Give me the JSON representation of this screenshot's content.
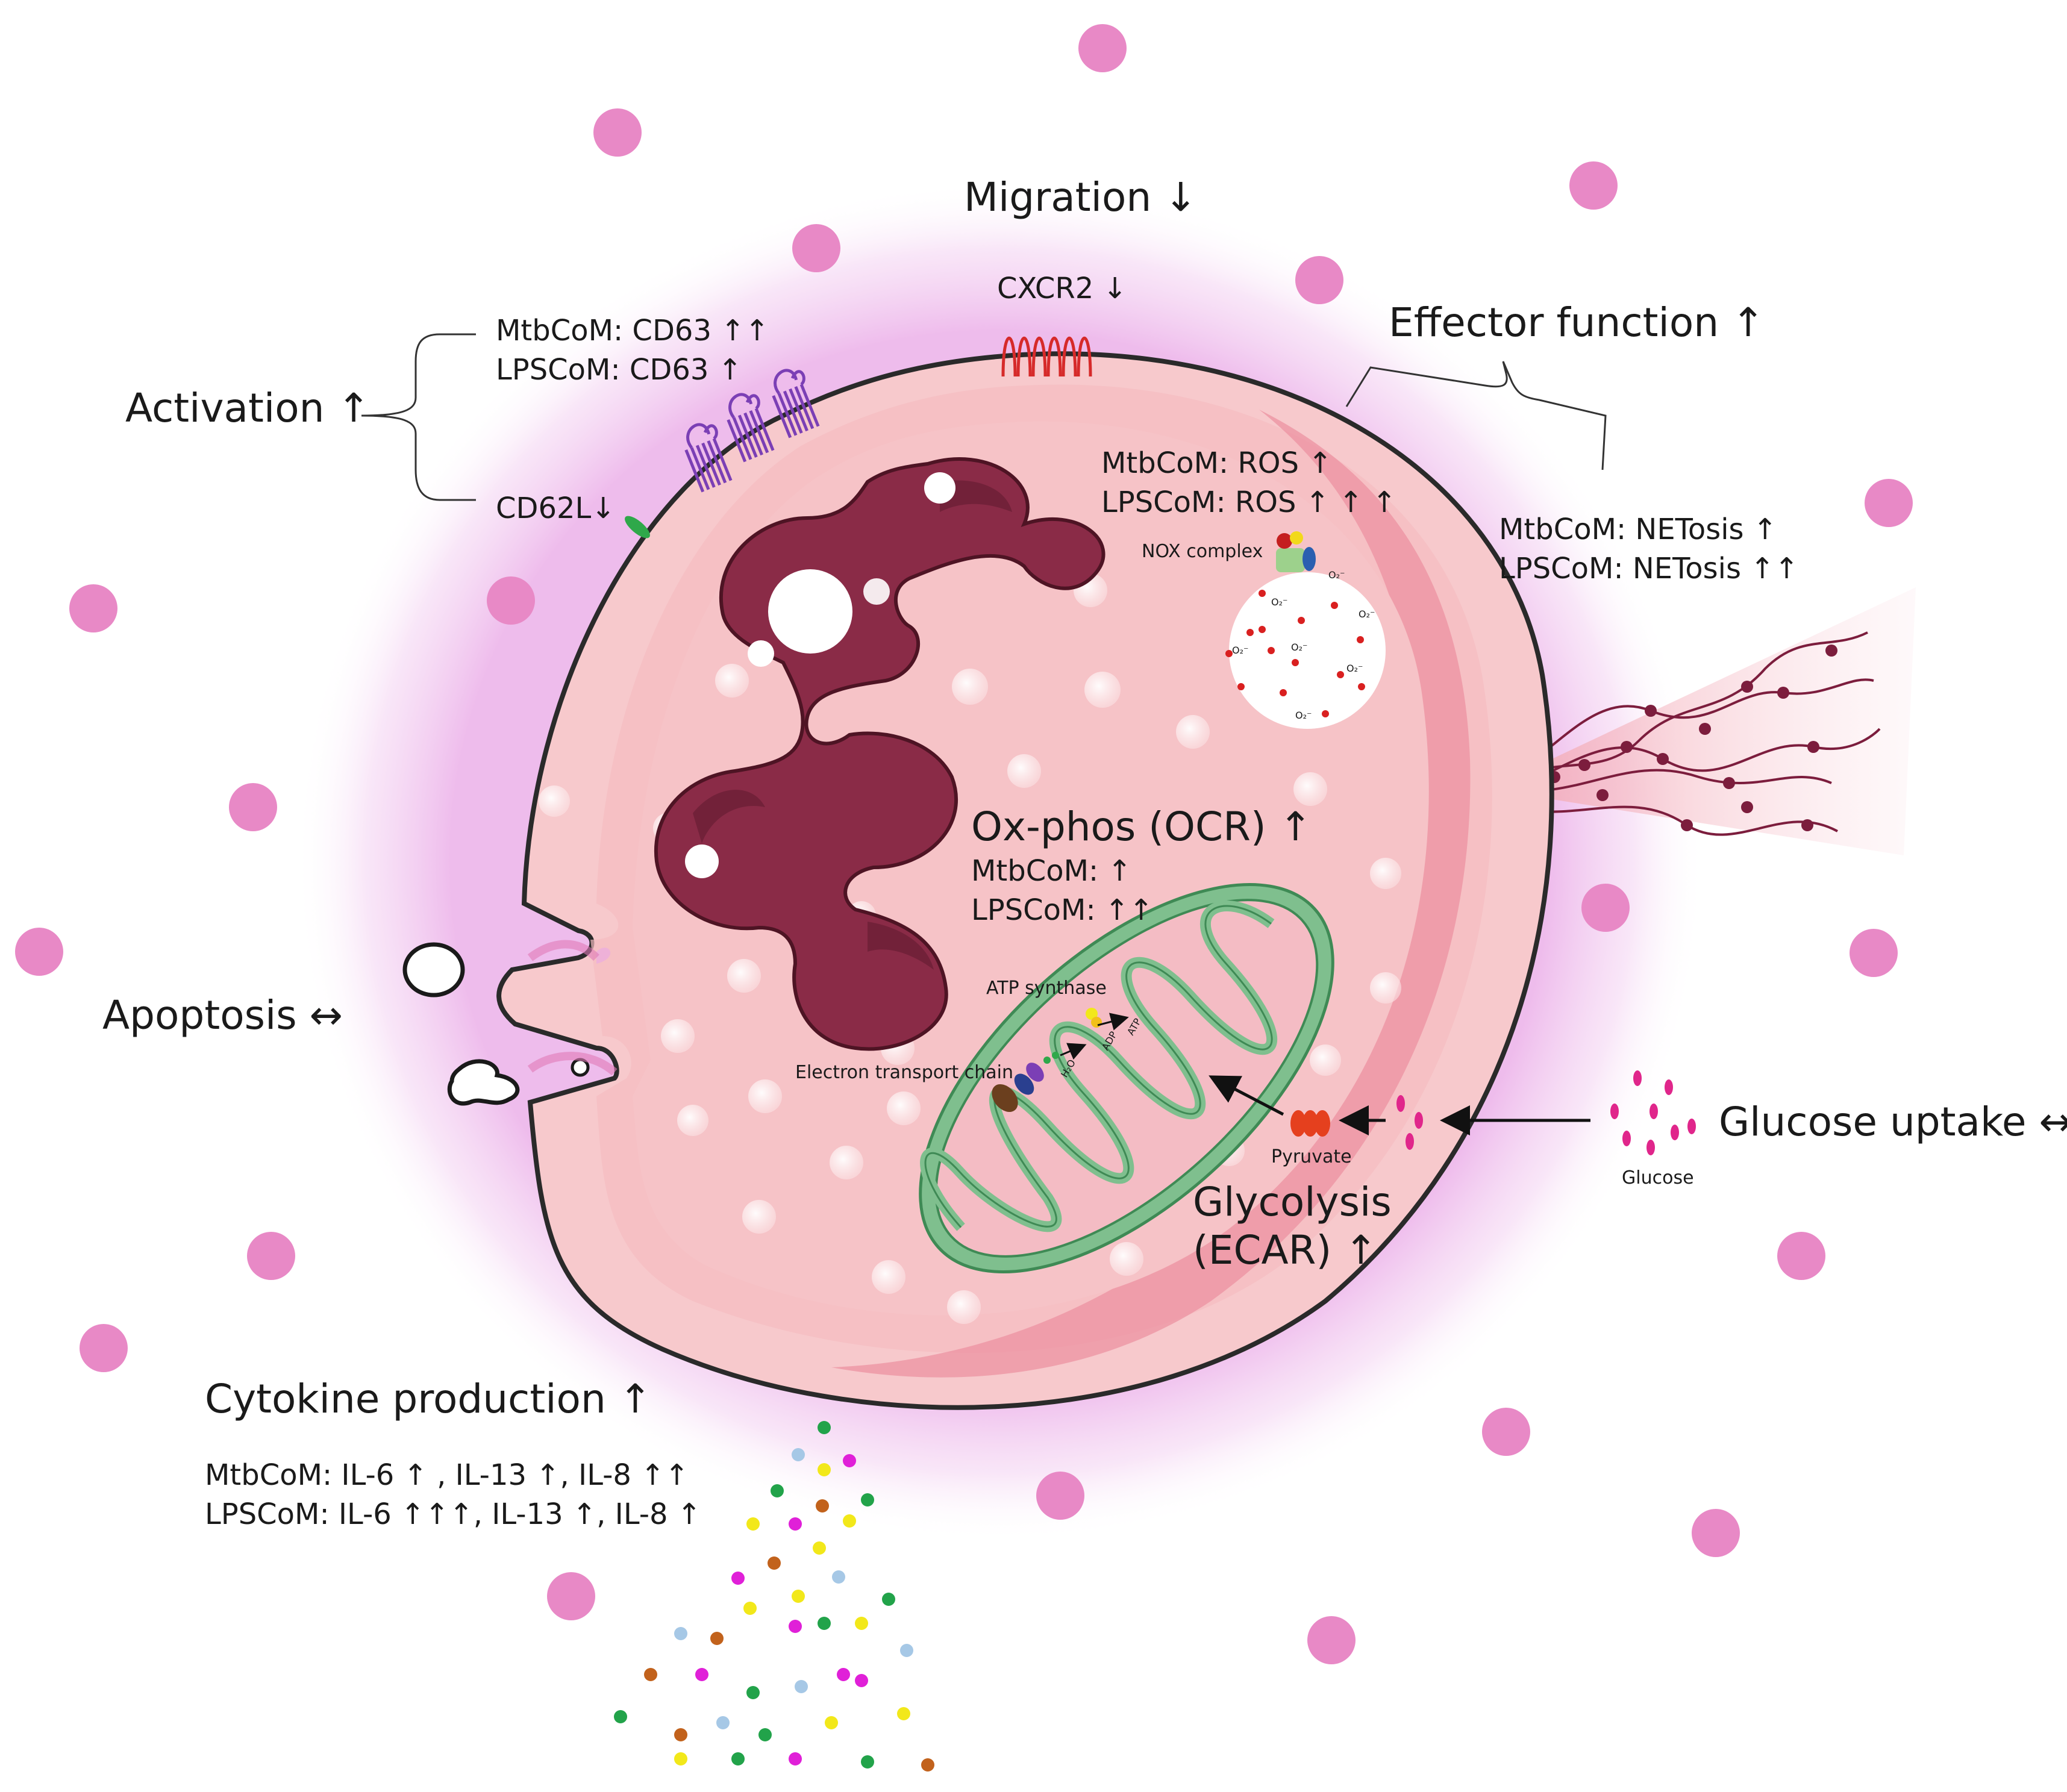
{
  "labels": {
    "migration": "Migration ↓",
    "cxcr2": "CXCR2 ↓",
    "activation": "Activation ↑",
    "activation_mtb": "MtbCoM: CD63 ↑↑",
    "activation_lps": "LPSCoM: CD63 ↑",
    "cd62l": "CD62L↓",
    "effector": "Effector function ↑",
    "ros_mtb": "MtbCoM: ROS ↑",
    "ros_lps": "LPSCoM: ROS ↑ ↑ ↑",
    "nox": "NOX complex",
    "o2": "O₂⁻",
    "netosis_mtb": "MtbCoM: NETosis ↑",
    "netosis_lps": "LPSCoM: NETosis ↑↑",
    "oxphos": "Ox-phos (OCR) ↑",
    "oxphos_mtb": "MtbCoM: ↑",
    "oxphos_lps": "LPSCoM: ↑↑",
    "atp_synthase": "ATP synthase",
    "etc": "Electron transport chain",
    "h2o": "H₂O",
    "adp": "ADP",
    "atp": "ATP",
    "pyruvate": "Pyruvate",
    "glycolysis_1": "Glycolysis",
    "glycolysis_2": "(ECAR) ↑",
    "glucose": "Glucose",
    "glucose_uptake": "Glucose uptake ↔",
    "apoptosis": "Apoptosis ↔",
    "cytokine": "Cytokine production ↑",
    "cytokine_mtb": "MtbCoM: IL-6 ↑ , IL-13 ↑, IL-8 ↑↑",
    "cytokine_lps": "LPSCoM: IL-6 ↑↑↑, IL-13 ↑, IL-8 ↑"
  },
  "colors": {
    "cell_fill": "#f7c9cc",
    "cell_outline": "#2a2a2a",
    "nucleus": "#8a2b47",
    "nucleus_dark": "#5e1a2e",
    "extracellular_dot": "#e889c6",
    "mitochondrion_outer": "#7fbf8e",
    "mitochondrion_inner": "#f4bcc4",
    "cxcr2": "#d62a2a",
    "cd63": "#7b3fb5",
    "cd62l": "#2fa84a",
    "ros_dot": "#d92020",
    "pyruvate": "#e5401e",
    "glucose": "#e0268b",
    "net_fiber": "#7c1d3d"
  },
  "icons": [
    "cxcr2-receptor-icon",
    "cd63-receptor-icon",
    "cd62l-receptor-icon",
    "nox-complex-icon",
    "atp-synthase-icon",
    "electron-transport-chain-icon",
    "net-fiber-icon",
    "pyruvate-icon",
    "glucose-icon",
    "arrow-icon"
  ],
  "cytokine_colors": [
    "#22a34a",
    "#a6c8e6",
    "#f2e81a",
    "#e020d8",
    "#c2621c"
  ]
}
